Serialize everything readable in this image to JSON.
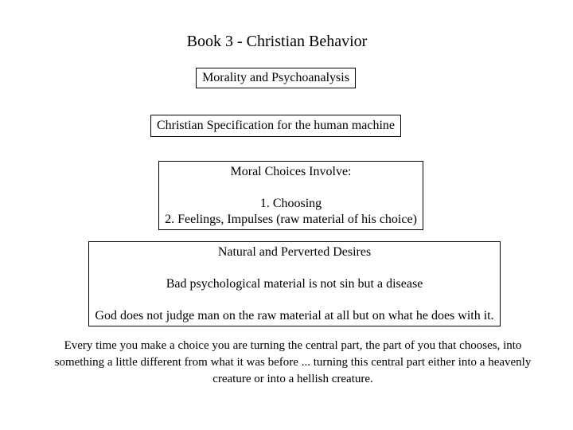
{
  "slide": {
    "title": "Book 3 - Christian Behavior",
    "boxes": {
      "morality": {
        "text": "Morality and Psychoanalysis"
      },
      "specification": {
        "text": "Christian Specification for the human machine"
      },
      "moral_choices": {
        "lines": [
          "Moral Choices Involve:",
          "",
          "1. Choosing",
          "2. Feelings, Impulses (raw material of his choice)"
        ]
      },
      "desires": {
        "lines": [
          "Natural and Perverted Desires",
          "",
          "Bad psychological material is not sin but a disease",
          "",
          "God does not judge man on the raw material at all but on what he does with it."
        ]
      }
    },
    "closing_paragraph": {
      "lines": [
        "Every time you make a choice you are turning the central part, the part of you that chooses, into",
        "something a little different from what it was before ... turning this central part either into a heavenly",
        "creature or into a hellish creature."
      ]
    }
  },
  "colors": {
    "background": "#ffffff",
    "text": "#000000",
    "box_border": "#000000"
  }
}
